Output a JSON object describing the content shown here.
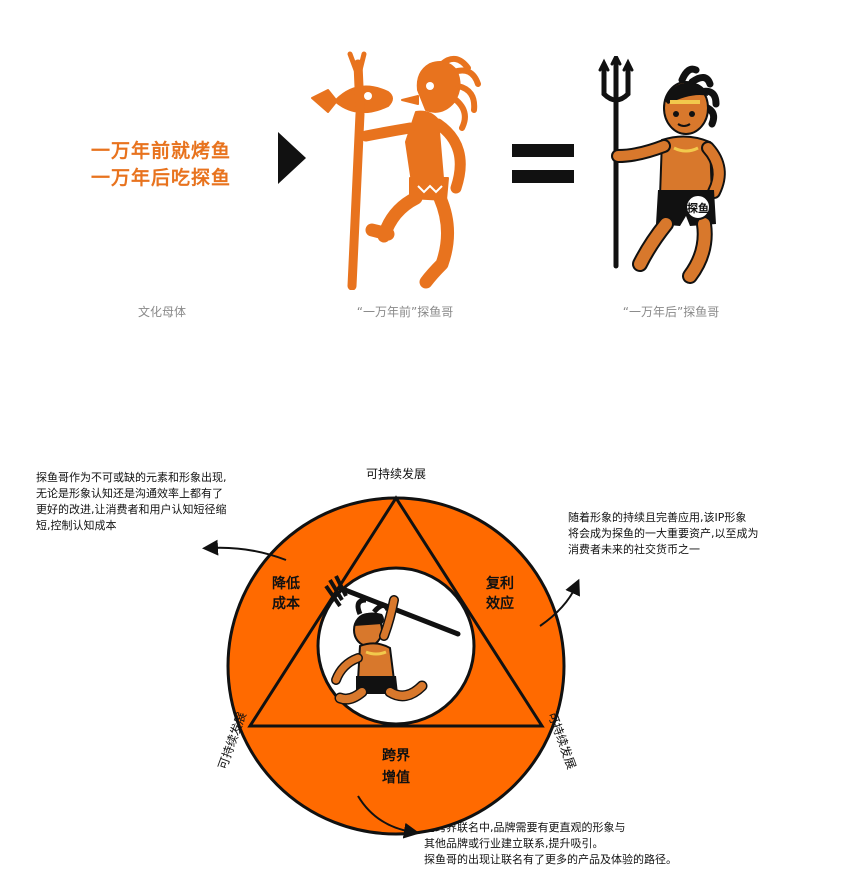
{
  "tagline": {
    "line1": "一万年前就烤鱼",
    "line2": "一万年后吃探鱼"
  },
  "captions": {
    "culture_mother": "文化母体",
    "ancient_ip": "“一万年前”探鱼哥",
    "modern_ip": "“一万年后”探鱼哥"
  },
  "badge_text": "探鱼",
  "wheel": {
    "top_label": "可持续发展",
    "left_label": "可持续发展",
    "right_label": "可持续发展",
    "segment_left": [
      "降低",
      "成本"
    ],
    "segment_right": [
      "复利",
      "效应"
    ],
    "segment_bottom": [
      "跨界",
      "增值"
    ]
  },
  "paragraphs": {
    "left": [
      "探鱼哥作为不可或缺的元素和形象出现,",
      "无论是形象认知还是沟通效率上都有了",
      "更好的改进,让消费者和用户认知短径缩",
      "短,控制认知成本"
    ],
    "right": [
      "随着形象的持续且完善应用,该IP形象",
      "将会成为探鱼的一大重要资产,以至成为",
      "消费者未来的社交货币之一"
    ],
    "bottom": [
      "在跨界联名中,品牌需要有更直观的形象与",
      "其他品牌或行业建立联系,提升吸引。",
      "探鱼哥的出现让联名有了更多的产品及体验的路径。"
    ]
  },
  "colors": {
    "orange": "#ff6a00",
    "rock_orange": "#e8731e",
    "skin": "#d8782c",
    "black": "#111111",
    "caption_gray": "#8a8a8a"
  }
}
